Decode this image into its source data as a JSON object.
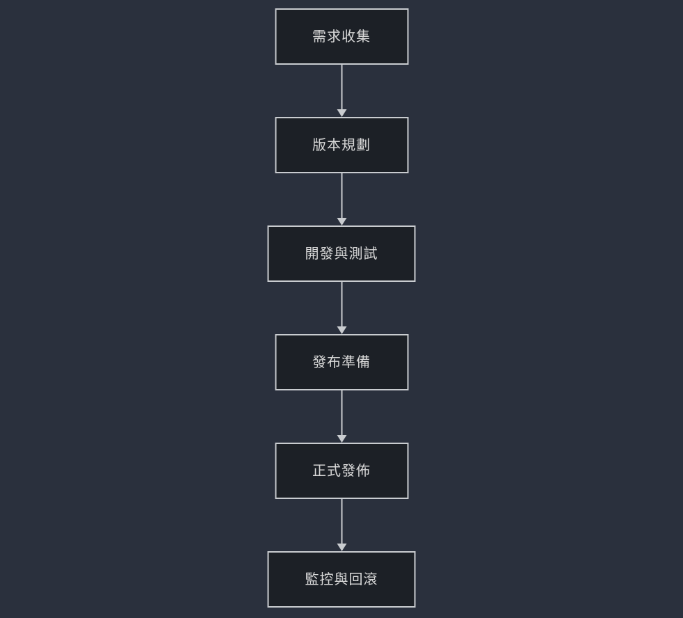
{
  "colors": {
    "background": "#2a303d",
    "node_fill": "#1c2026",
    "node_border": "#c9ccd0",
    "node_text": "#d8d8d8",
    "edge": "#c9ccd0"
  },
  "diagram": {
    "type": "flowchart",
    "direction": "top-down",
    "nodes": [
      {
        "label": "需求收集"
      },
      {
        "label": "版本規劃"
      },
      {
        "label": "開發與測試"
      },
      {
        "label": "發布準備"
      },
      {
        "label": "正式發佈"
      },
      {
        "label": "監控與回滾"
      }
    ],
    "edges": [
      {
        "from": "需求收集",
        "to": "版本規劃"
      },
      {
        "from": "版本規劃",
        "to": "開發與測試"
      },
      {
        "from": "開發與測試",
        "to": "發布準備"
      },
      {
        "from": "發布準備",
        "to": "正式發佈"
      },
      {
        "from": "正式發佈",
        "to": "監控與回滾"
      }
    ]
  }
}
